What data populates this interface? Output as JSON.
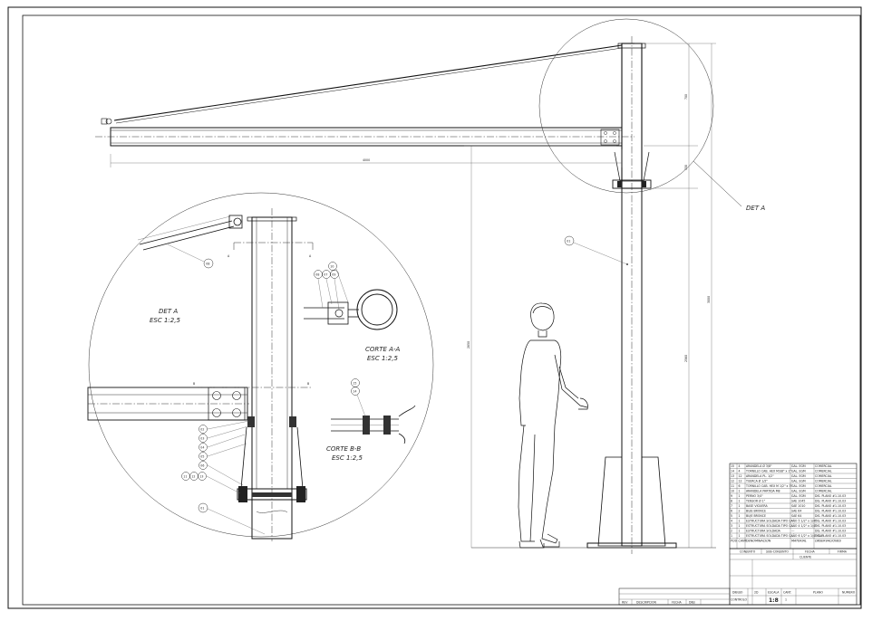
{
  "labels": {
    "det_a_callout": "DET A",
    "det_a_title": "DET A",
    "det_a_scale": "ESC 1:2,5",
    "section_aa_title": "CORTE A-A",
    "section_aa_scale": "ESC 1:2,5",
    "section_bb_title": "CORTE B-B",
    "section_bb_scale": "ESC 1:2,5",
    "cut_a": "A",
    "cut_b": "B",
    "scale_value": "1:8"
  },
  "dimensions": {
    "boom_length": "4000",
    "column_height": "2850",
    "total_height": "3000",
    "lower_height": "2560",
    "top_height": "700",
    "upper_gap": "330"
  },
  "part_tags": {
    "main": [
      "01",
      "08"
    ],
    "detail": [
      "02",
      "03",
      "04",
      "05",
      "06",
      "11",
      "12",
      "13",
      "01"
    ],
    "section_aa": [
      "08",
      "07",
      "09",
      "10"
    ],
    "section_bb": [
      "15",
      "14"
    ]
  },
  "parts_list": {
    "rows": [
      {
        "pos": "15",
        "qty": "4",
        "desc": "ARANDELA Ø 3/8\"",
        "mat": "GAL. EGM",
        "obs": "COMERCIAL"
      },
      {
        "pos": "14",
        "qty": "4",
        "desc": "TORNILLO CAB. HEX M3/8\" x 1\"",
        "mat": "GAL. EGM",
        "obs": "COMERCIAL"
      },
      {
        "pos": "13",
        "qty": "12",
        "desc": "ARANDELA PL. 1/2\"",
        "mat": "GAL. EGM",
        "obs": "COMERCIAL"
      },
      {
        "pos": "12",
        "qty": "12",
        "desc": "TUERCA Ø 1/2\"",
        "mat": "GAL. EGM",
        "obs": "COMERCIAL"
      },
      {
        "pos": "11",
        "qty": "6",
        "desc": "TORNILLO CAB. HEX M 1/2\" x 3\"",
        "mat": "GAL. EGM",
        "obs": "COMERCIAL"
      },
      {
        "pos": "10",
        "qty": "1",
        "desc": "ARANDELA PARTIDA M8",
        "mat": "GAL. EGM",
        "obs": "COMERCIAL"
      },
      {
        "pos": "9",
        "qty": "1",
        "desc": "PERNO 3/4\"",
        "mat": "GAL. EGM",
        "obs": "DIS. PLANO #1.10.03"
      },
      {
        "pos": "8",
        "qty": "1",
        "desc": "TENSOR Ø 1\"",
        "mat": "SAE 1045",
        "obs": "DIS. PLANO #1.10.03"
      },
      {
        "pos": "7",
        "qty": "1",
        "desc": "BASE VIGUERA",
        "mat": "SAE 1010",
        "obs": "DIS. PLANO #1.10.03"
      },
      {
        "pos": "6",
        "qty": "2",
        "desc": "BUJE BRONCE",
        "mat": "SAE 64",
        "obs": "DIS. PLANO #1.10.03"
      },
      {
        "pos": "5",
        "qty": "1",
        "desc": "BUJE BRONCE",
        "mat": "SAE 64",
        "obs": "DIS. PLANO #1.10.03"
      },
      {
        "pos": "4",
        "qty": "1",
        "desc": "ESTRUCTURA SOLDADA TIPO CAÑO 5 1/2\" x 1/4\"",
        "mat": "---",
        "obs": "DIS. PLANO #1.10.03"
      },
      {
        "pos": "3",
        "qty": "1",
        "desc": "ESTRUCTURA SOLDADA TIPO CAÑO 4 1/2\" x 1/4\"",
        "mat": "---",
        "obs": "DIS. PLANO #1.10.03"
      },
      {
        "pos": "2",
        "qty": "1",
        "desc": "ESTRUCTURA SOLDADA",
        "mat": "---",
        "obs": "DIS. PLANO #1.10.03"
      },
      {
        "pos": "1",
        "qty": "1",
        "desc": "ESTRUCTURA SOLDADA TIPO CAÑO 6 1/2\" x 1/4\" CAL.",
        "mat": "---",
        "obs": "DIS. PLANO #1.10.03"
      }
    ],
    "header": [
      "POS",
      "CANT",
      "DENOMINACION",
      "MATERIAL",
      "OBSERVACIONES"
    ]
  },
  "title_block": {
    "row_a": [
      "CONJUNTO",
      "SUB-CONJUNTO",
      "FECHA",
      "FIRMA"
    ],
    "client_label": "CLIENTE",
    "cells_row1": [
      "DIBUJO",
      "2D",
      "ESCALA",
      "CANT.",
      "PLANO",
      "NUMERO"
    ],
    "cells_row2": [
      "CONTROLO",
      "",
      "1:8",
      "1"
    ],
    "rev_cells": [
      "REV",
      "DESCRIPCION",
      "FECHA",
      "DIBJ"
    ]
  }
}
